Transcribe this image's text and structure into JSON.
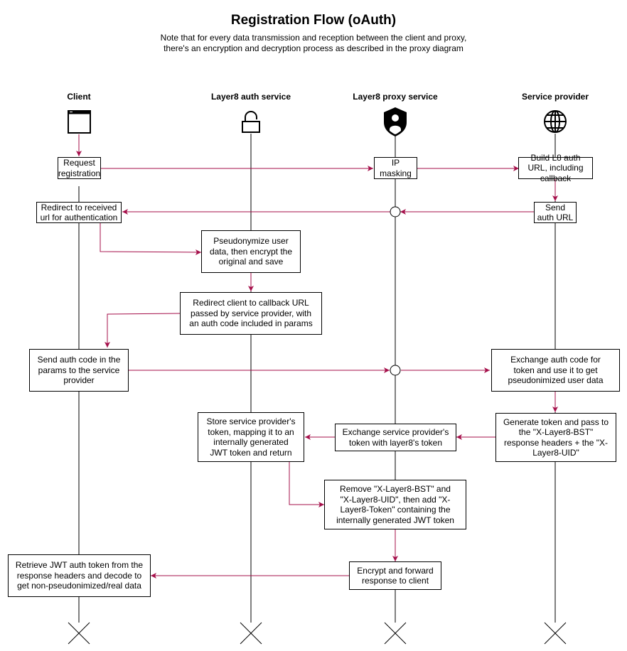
{
  "title": "Registration Flow (oAuth)",
  "note_line1": "Note that for every data transmission and reception between the client and proxy,",
  "note_line2": "there's an encryption and decryption process as described in the proxy diagram",
  "actors": {
    "client": "Client",
    "auth": "Layer8 auth service",
    "proxy": "Layer8 proxy service",
    "provider": "Service provider"
  },
  "icons": {
    "client": "browser-window-icon",
    "auth": "unlocked-padlock-icon",
    "proxy": "shield-user-icon",
    "provider": "globe-icon"
  },
  "steps": {
    "request_registration": "Request registration",
    "ip_masking": "IP masking",
    "build_auth_url": "Build L8 auth URL, including callback",
    "send_auth_url": "Send auth URL",
    "redirect_received": "Redirect to received url for authentication",
    "pseudonymize": "Pseudonymize user data, then encrypt the original and save",
    "redirect_callback": "Redirect client to callback URL passed by service provider, with an auth code included in params",
    "send_auth_code": "Send auth code in the params to the service provider",
    "exchange_code": "Exchange auth code for token and use it to get pseudonimized user data",
    "store_token": "Store service provider's token, mapping it to an internally generated JWT token and return",
    "exchange_token": "Exchange service provider's token with layer8's token",
    "generate_token": "Generate token and pass to the \"X-Layer8-BST\" response headers + the \"X-Layer8-UID\"",
    "remove_headers": "Remove \"X-Layer8-BST\" and \"X-Layer8-UID\", then add \"X-Layer8-Token\" containing the internally generated JWT token",
    "encrypt_forward": "Encrypt and forward response to client",
    "retrieve_jwt": "Retrieve JWT auth token from the response headers and decode to get non-pseudonimized/real data"
  },
  "colors": {
    "arrow": "#a50f4a",
    "line": "#000000",
    "background": "#ffffff"
  }
}
